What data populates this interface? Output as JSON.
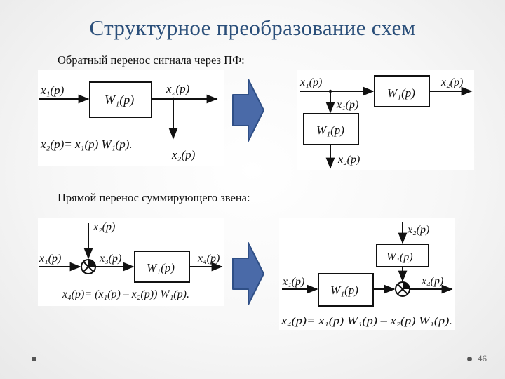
{
  "slide": {
    "title": "Структурное преобразование схем",
    "page_number": "46"
  },
  "section1": {
    "heading": "Обратный перенос сигнала через ПФ:",
    "before": {
      "input": "x₁(p)",
      "block": "W₁(p)",
      "output_right": "x₂(p)",
      "output_down": "x₂(p)",
      "formula": "x₂(p)= x₁(p) W₁(p)."
    },
    "after": {
      "input": "x₁(p)",
      "block_main": "W₁(p)",
      "output_right": "x₂(p)",
      "branch_label": "x₁(p)",
      "block_branch": "W₁(p)",
      "output_down": "x₂(p)"
    }
  },
  "section2": {
    "heading": "Прямой перенос суммирующего звена:",
    "before": {
      "input_top": "x₂(p)",
      "input_left": "x₁(p)",
      "middle": "x₃(p)",
      "block": "W₁(p)",
      "output": "x₄(p)",
      "formula": "x₄(p)= (x₁(p) – x₂(p)) W₁(p)."
    },
    "after": {
      "input_top": "x₂(p)",
      "block_top": "W₁(p)",
      "input_left": "x₁(p)",
      "block_main": "W₁(p)",
      "output": "x₄(p)",
      "formula": "x₄(p)= x₁(p) W₁(p) – x₂(p) W₁(p)."
    }
  },
  "colors": {
    "title": "#2b4f7a",
    "arrow_fill": "#4a6aa8",
    "arrow_stroke": "#2f4f86"
  }
}
